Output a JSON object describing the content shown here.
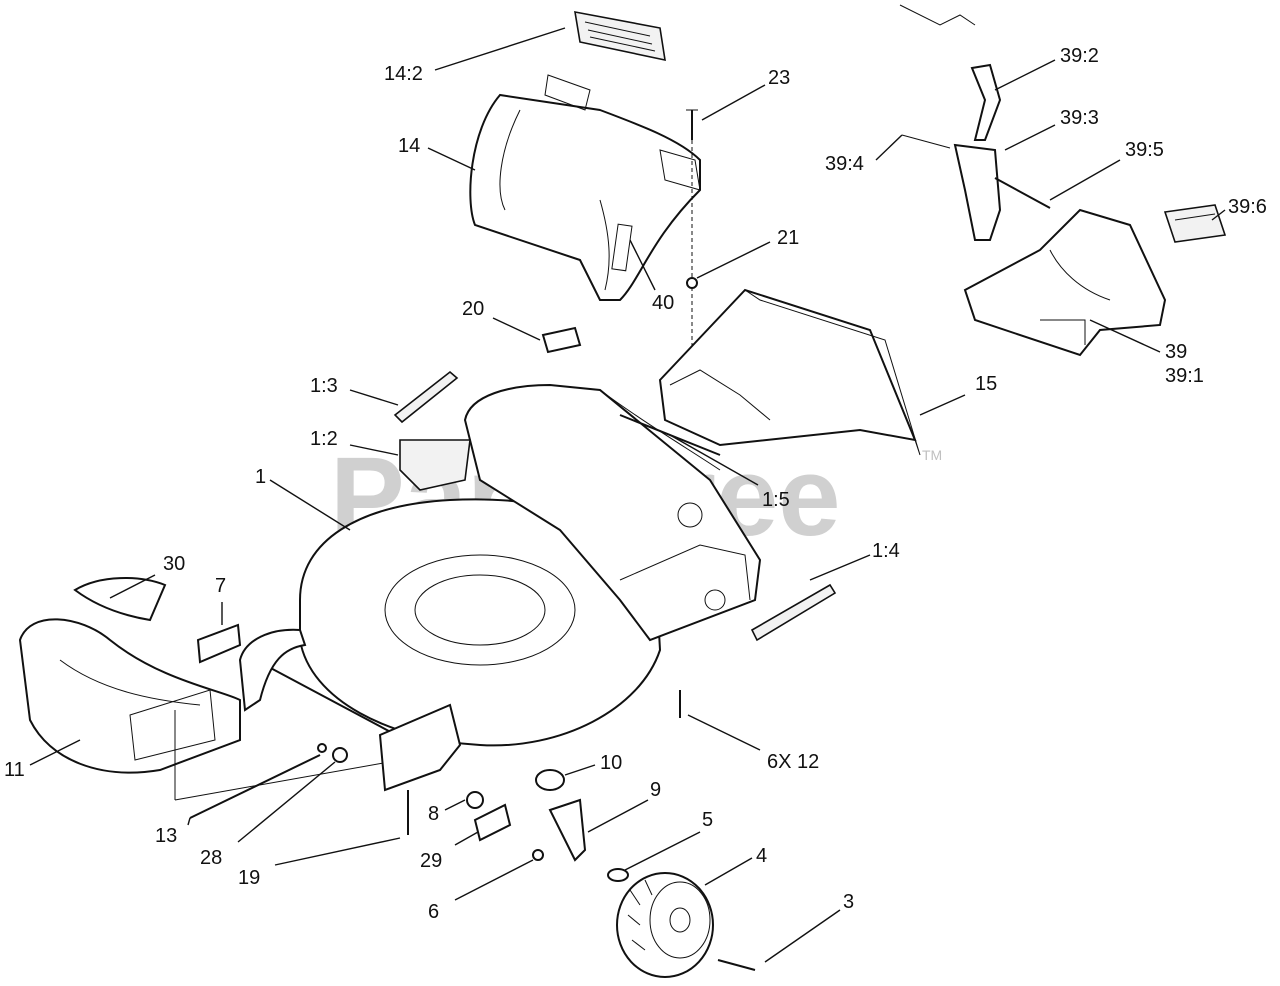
{
  "watermark": {
    "text": "PartsTree",
    "trademark": "TM"
  },
  "callouts": {
    "c14_2": "14:2",
    "c14": "14",
    "c23": "23",
    "c21": "21",
    "c40": "40",
    "c20": "20",
    "c1_3": "1:3",
    "c1_2": "1:2",
    "c1": "1",
    "c1_5": "1:5",
    "c15": "15",
    "c39_2": "39:2",
    "c39_3": "39:3",
    "c39_4": "39:4",
    "c39_5": "39:5",
    "c39_6": "39:6",
    "c39": "39",
    "c39_1": "39:1",
    "c1_4": "1:4",
    "c30": "30",
    "c7": "7",
    "c11": "11",
    "c6x12": "6X 12",
    "c10": "10",
    "c9": "9",
    "c8": "8",
    "c5": "5",
    "c4": "4",
    "c13": "13",
    "c28": "28",
    "c29": "29",
    "c19": "19",
    "c6": "6",
    "c3": "3"
  }
}
